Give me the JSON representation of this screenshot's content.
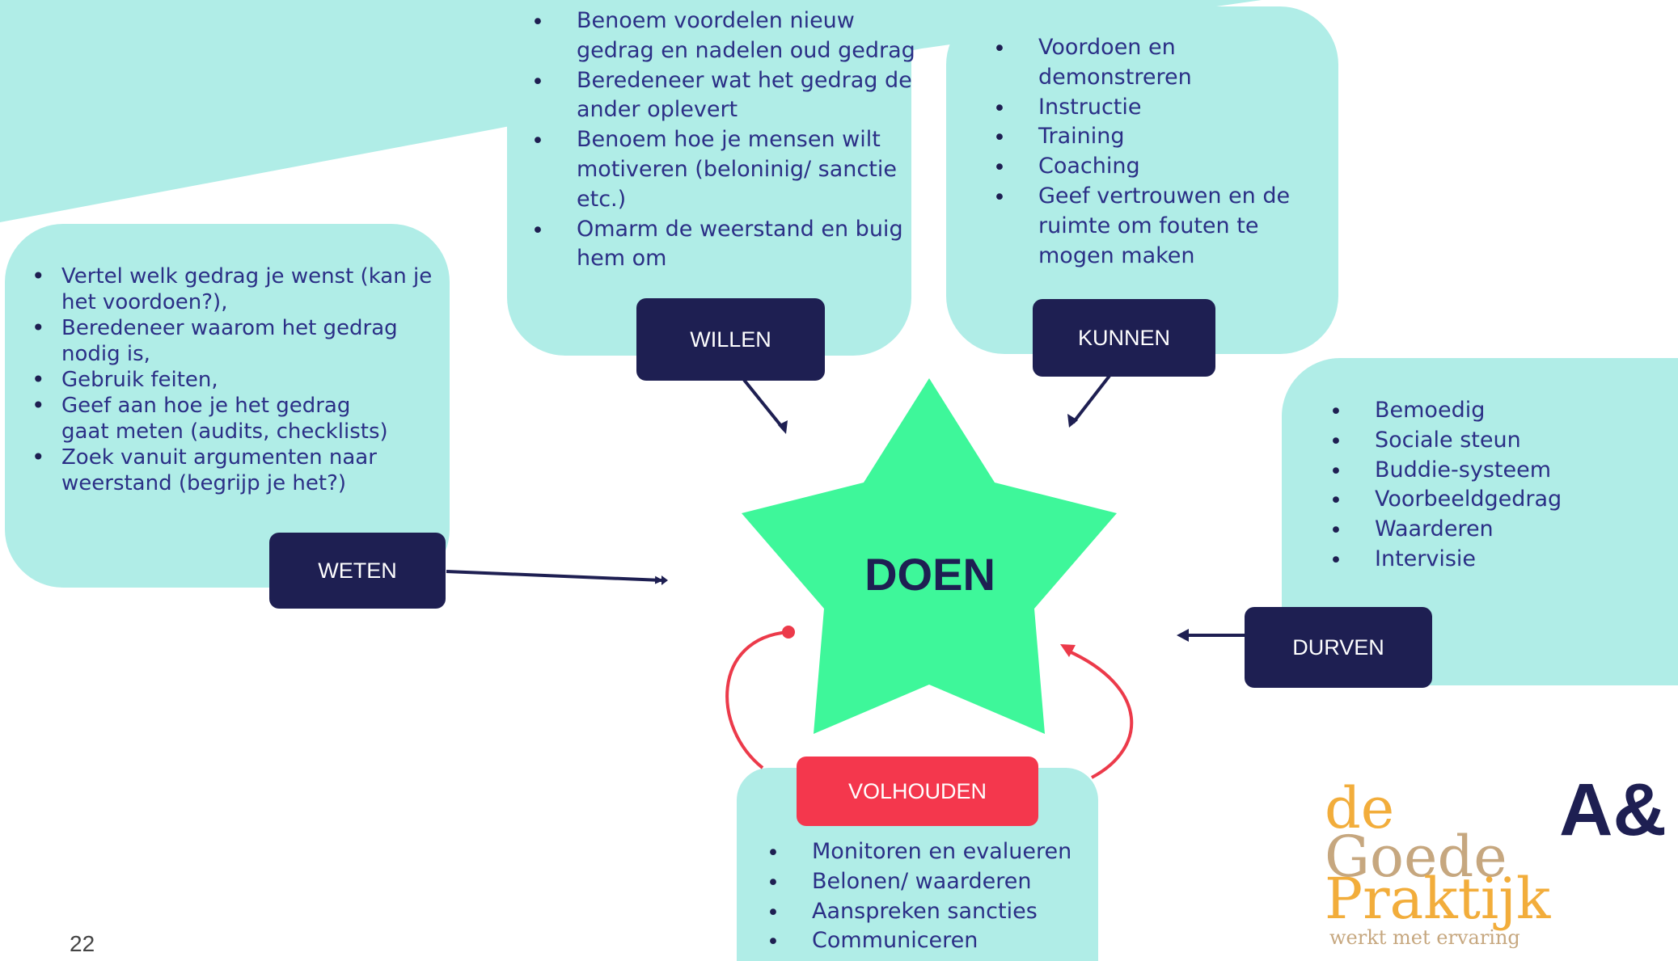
{
  "center": {
    "label": "DOEN"
  },
  "boxes": {
    "weten": {
      "label": "WETEN",
      "items": [
        "Vertel welk gedrag je wenst (kan je het voordoen?),",
        "Beredeneer waarom het gedrag nodig is,",
        "Gebruik feiten,",
        "Geef aan hoe je het gedrag gaat meten (audits, checklists)",
        "Zoek vanuit argumenten naar weerstand (begrijp je het?)"
      ]
    },
    "willen": {
      "label": "WILLEN",
      "items": [
        "Benoem voordelen nieuw gedrag en nadelen oud gedrag",
        "Beredeneer wat het gedrag de ander oplevert",
        "Benoem hoe je mensen wilt motiveren (beloninig/ sanctie etc.)",
        "Omarm de weerstand en buig hem om"
      ]
    },
    "kunnen": {
      "label": "KUNNEN",
      "items": [
        "Voordoen en demonstreren",
        "Instructie",
        "Training",
        "Coaching",
        "Geef vertrouwen en de ruimte om fouten te mogen maken"
      ]
    },
    "durven": {
      "label": "DURVEN",
      "items": [
        "Bemoedig",
        "Sociale steun",
        "Buddie-systeem",
        "Voorbeeldgedrag",
        "Waarderen",
        "Intervisie"
      ]
    },
    "volhouden": {
      "label": "VOLHOUDEN",
      "items": [
        "Monitoren en evalueren",
        "Belonen/ waarderen",
        "Aanspreken sancties",
        "Communiceren"
      ]
    }
  },
  "page_number": "22",
  "logo": {
    "line1": "de",
    "line2": "Goede",
    "line3": "Praktijk",
    "tagline": "werkt met ervaring"
  },
  "brand_mark": "A&",
  "colors": {
    "bubble": "#b0ede7",
    "label_bg": "#1e1f52",
    "star": "#3ef79a",
    "volhouden_bg": "#f4374d",
    "text": "#2b2f86",
    "loop_arrows": "#ec3a4a"
  }
}
